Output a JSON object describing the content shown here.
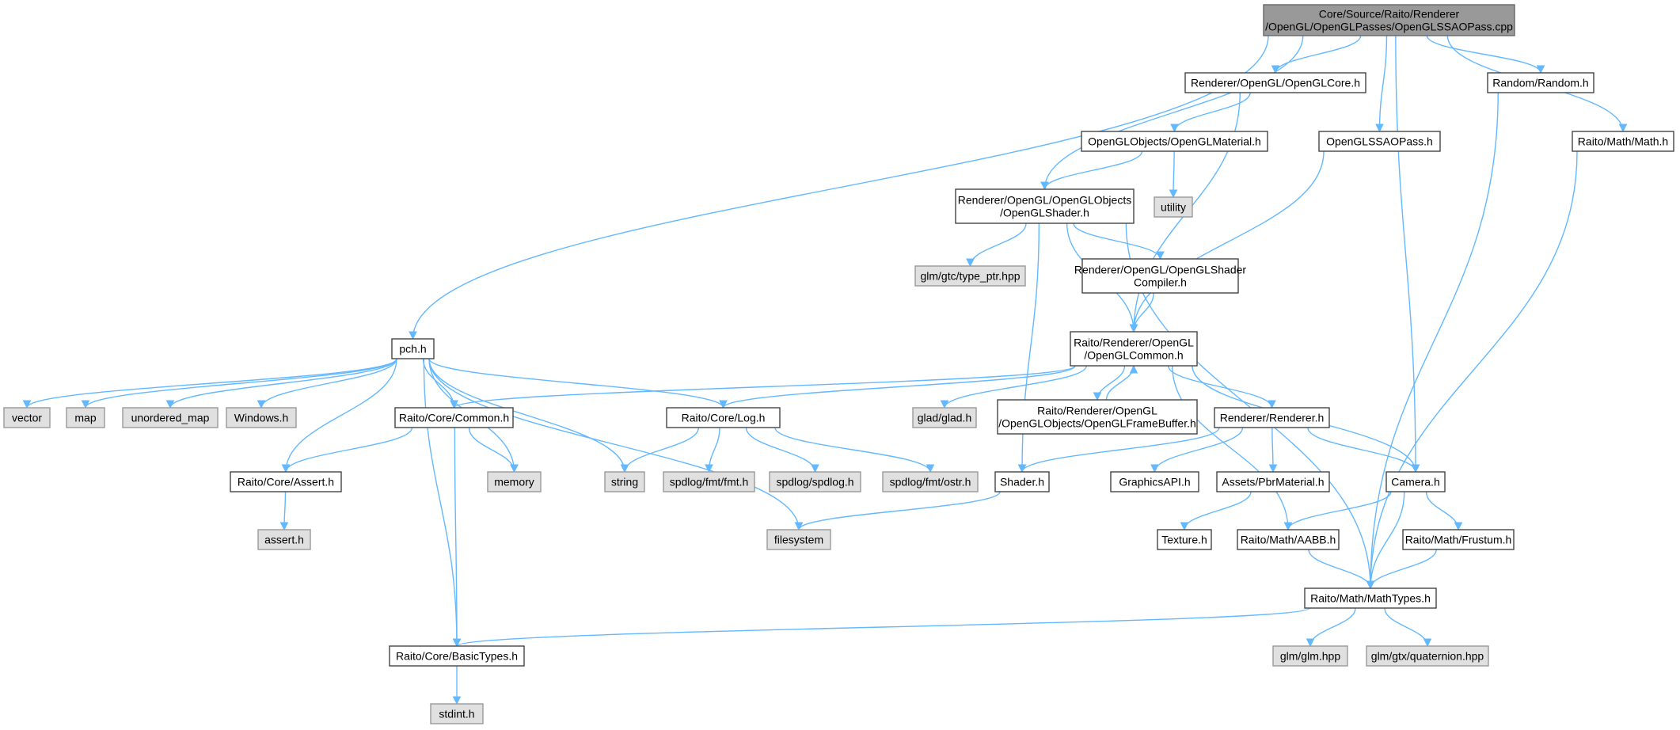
{
  "colors": {
    "edge": "#63b8ff",
    "own_fill": "#ffffff",
    "ext_fill": "#e0e0e0",
    "root_fill": "#999999"
  },
  "nodes": {
    "root": {
      "lines": [
        "Core/Source/Raito/Renderer",
        "/OpenGL/OpenGLPasses/OpenGLSSAOPass.cpp"
      ],
      "kind": "root"
    },
    "opengl_core": {
      "lines": [
        "Renderer/OpenGL/OpenGLCore.h"
      ],
      "kind": "own"
    },
    "random": {
      "lines": [
        "Random/Random.h"
      ],
      "kind": "own"
    },
    "ssao_pass_h": {
      "lines": [
        "OpenGLSSAOPass.h"
      ],
      "kind": "own"
    },
    "opengl_material": {
      "lines": [
        "OpenGLObjects/OpenGLMaterial.h"
      ],
      "kind": "own"
    },
    "math_h": {
      "lines": [
        "Raito/Math/Math.h"
      ],
      "kind": "own"
    },
    "utility": {
      "lines": [
        "utility"
      ],
      "kind": "ext"
    },
    "opengl_shader": {
      "lines": [
        "Renderer/OpenGL/OpenGLObjects",
        "/OpenGLShader.h"
      ],
      "kind": "own"
    },
    "type_ptr": {
      "lines": [
        "glm/gtc/type_ptr.hpp"
      ],
      "kind": "ext"
    },
    "shader_compiler": {
      "lines": [
        "Renderer/OpenGL/OpenGLShader",
        "Compiler.h"
      ],
      "kind": "own"
    },
    "pch": {
      "lines": [
        "pch.h"
      ],
      "kind": "own"
    },
    "opengl_common": {
      "lines": [
        "Raito/Renderer/OpenGL",
        "/OpenGLCommon.h"
      ],
      "kind": "own"
    },
    "vector": {
      "lines": [
        "vector"
      ],
      "kind": "ext"
    },
    "map": {
      "lines": [
        "map"
      ],
      "kind": "ext"
    },
    "unordered_map": {
      "lines": [
        "unordered_map"
      ],
      "kind": "ext"
    },
    "windows": {
      "lines": [
        "Windows.h"
      ],
      "kind": "ext"
    },
    "common": {
      "lines": [
        "Raito/Core/Common.h"
      ],
      "kind": "own"
    },
    "log": {
      "lines": [
        "Raito/Core/Log.h"
      ],
      "kind": "own"
    },
    "glad": {
      "lines": [
        "glad/glad.h"
      ],
      "kind": "ext"
    },
    "framebuffer": {
      "lines": [
        "Raito/Renderer/OpenGL",
        "/OpenGLObjects/OpenGLFrameBuffer.h"
      ],
      "kind": "own"
    },
    "renderer": {
      "lines": [
        "Renderer/Renderer.h"
      ],
      "kind": "own"
    },
    "assert_core": {
      "lines": [
        "Raito/Core/Assert.h"
      ],
      "kind": "own"
    },
    "memory": {
      "lines": [
        "memory"
      ],
      "kind": "ext"
    },
    "string": {
      "lines": [
        "string"
      ],
      "kind": "ext"
    },
    "fmt": {
      "lines": [
        "spdlog/fmt/fmt.h"
      ],
      "kind": "ext"
    },
    "spdlog": {
      "lines": [
        "spdlog/spdlog.h"
      ],
      "kind": "ext"
    },
    "ostr": {
      "lines": [
        "spdlog/fmt/ostr.h"
      ],
      "kind": "ext"
    },
    "shader": {
      "lines": [
        "Shader.h"
      ],
      "kind": "own"
    },
    "graphics_api": {
      "lines": [
        "GraphicsAPI.h"
      ],
      "kind": "own"
    },
    "pbr_material": {
      "lines": [
        "Assets/PbrMaterial.h"
      ],
      "kind": "own"
    },
    "camera": {
      "lines": [
        "Camera.h"
      ],
      "kind": "own"
    },
    "assert_h": {
      "lines": [
        "assert.h"
      ],
      "kind": "ext"
    },
    "filesystem": {
      "lines": [
        "filesystem"
      ],
      "kind": "ext"
    },
    "texture": {
      "lines": [
        "Texture.h"
      ],
      "kind": "own"
    },
    "aabb": {
      "lines": [
        "Raito/Math/AABB.h"
      ],
      "kind": "own"
    },
    "frustum": {
      "lines": [
        "Raito/Math/Frustum.h"
      ],
      "kind": "own"
    },
    "math_types": {
      "lines": [
        "Raito/Math/MathTypes.h"
      ],
      "kind": "own"
    },
    "basic_types": {
      "lines": [
        "Raito/Core/BasicTypes.h"
      ],
      "kind": "own"
    },
    "glm": {
      "lines": [
        "glm/glm.hpp"
      ],
      "kind": "ext"
    },
    "quaternion": {
      "lines": [
        "glm/gtx/quaternion.hpp"
      ],
      "kind": "ext"
    },
    "stdint": {
      "lines": [
        "stdint.h"
      ],
      "kind": "ext"
    }
  },
  "edges": [
    [
      "root",
      "pch"
    ],
    [
      "root",
      "opengl_shader"
    ],
    [
      "root",
      "opengl_core"
    ],
    [
      "root",
      "ssao_pass_h"
    ],
    [
      "root",
      "camera"
    ],
    [
      "root",
      "random"
    ],
    [
      "root",
      "math_h"
    ],
    [
      "opengl_core",
      "opengl_material"
    ],
    [
      "opengl_core",
      "opengl_common"
    ],
    [
      "opengl_material",
      "opengl_shader"
    ],
    [
      "opengl_material",
      "utility"
    ],
    [
      "ssao_pass_h",
      "opengl_common"
    ],
    [
      "random",
      "math_types"
    ],
    [
      "math_h",
      "math_types"
    ],
    [
      "opengl_shader",
      "type_ptr"
    ],
    [
      "opengl_shader",
      "shader_compiler"
    ],
    [
      "opengl_shader",
      "opengl_common"
    ],
    [
      "opengl_shader",
      "shader"
    ],
    [
      "opengl_shader",
      "math_types"
    ],
    [
      "shader_compiler",
      "opengl_common"
    ],
    [
      "pch",
      "vector"
    ],
    [
      "pch",
      "map"
    ],
    [
      "pch",
      "unordered_map"
    ],
    [
      "pch",
      "windows"
    ],
    [
      "pch",
      "assert_core"
    ],
    [
      "pch",
      "common"
    ],
    [
      "pch",
      "memory"
    ],
    [
      "pch",
      "string"
    ],
    [
      "pch",
      "log"
    ],
    [
      "pch",
      "filesystem"
    ],
    [
      "pch",
      "basic_types"
    ],
    [
      "opengl_common",
      "common"
    ],
    [
      "opengl_common",
      "log"
    ],
    [
      "opengl_common",
      "glad"
    ],
    [
      "opengl_common",
      "framebuffer"
    ],
    [
      "opengl_common",
      "renderer"
    ],
    [
      "opengl_common",
      "aabb"
    ],
    [
      "opengl_common",
      "camera"
    ],
    [
      "framebuffer",
      "opengl_common"
    ],
    [
      "common",
      "assert_core"
    ],
    [
      "common",
      "memory"
    ],
    [
      "common",
      "basic_types"
    ],
    [
      "log",
      "string"
    ],
    [
      "log",
      "fmt"
    ],
    [
      "log",
      "spdlog"
    ],
    [
      "log",
      "ostr"
    ],
    [
      "renderer",
      "shader"
    ],
    [
      "renderer",
      "graphics_api"
    ],
    [
      "renderer",
      "pbr_material"
    ],
    [
      "renderer",
      "camera"
    ],
    [
      "assert_core",
      "assert_h"
    ],
    [
      "shader",
      "filesystem"
    ],
    [
      "pbr_material",
      "texture"
    ],
    [
      "camera",
      "aabb"
    ],
    [
      "camera",
      "frustum"
    ],
    [
      "camera",
      "math_types"
    ],
    [
      "aabb",
      "math_types"
    ],
    [
      "frustum",
      "math_types"
    ],
    [
      "math_types",
      "basic_types"
    ],
    [
      "math_types",
      "glm"
    ],
    [
      "math_types",
      "quaternion"
    ],
    [
      "basic_types",
      "stdint"
    ]
  ]
}
